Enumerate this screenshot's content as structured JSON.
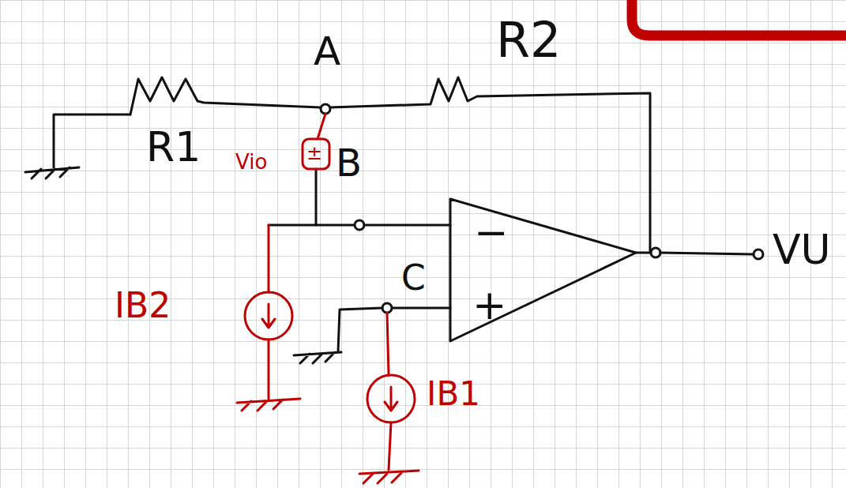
{
  "diagram": {
    "labels": [
      "A",
      "R2",
      "R1",
      "Vio",
      "±",
      "B",
      "−",
      "VU",
      "C",
      "+",
      "IB2",
      "IB1"
    ]
  }
}
